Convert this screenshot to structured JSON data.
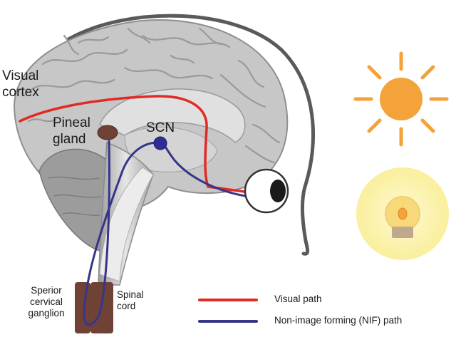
{
  "labels": {
    "visual_cortex_line1": "Visual",
    "visual_cortex_line2": "cortex",
    "pineal_line1": "Pineal",
    "pineal_line2": "gland",
    "scn": "SCN",
    "ganglion_line1": "Sperior",
    "ganglion_line2": "cervical",
    "ganglion_line3": "ganglion",
    "spinal_line1": "Spinal",
    "spinal_line2": "cord"
  },
  "legend": {
    "items": [
      {
        "label": "Visual path",
        "color": "#e02a26"
      },
      {
        "label": "Non-image forming (NIF) path",
        "color": "#36358a"
      }
    ]
  },
  "icons": {
    "sun": "sun-icon",
    "bulb": "light-bulb-icon",
    "eye": "eye-icon"
  },
  "colors": {
    "visual_path": "#e02a26",
    "nif_path": "#36358a",
    "brain": "#c9c9c9",
    "brain_dark": "#8f8f8f",
    "head_outline": "#595959",
    "organ_brown": "#6e4134",
    "scn_blue": "#2d2d94",
    "sun": "#f4a23a",
    "bulb_glow": "#fbf3a8"
  }
}
